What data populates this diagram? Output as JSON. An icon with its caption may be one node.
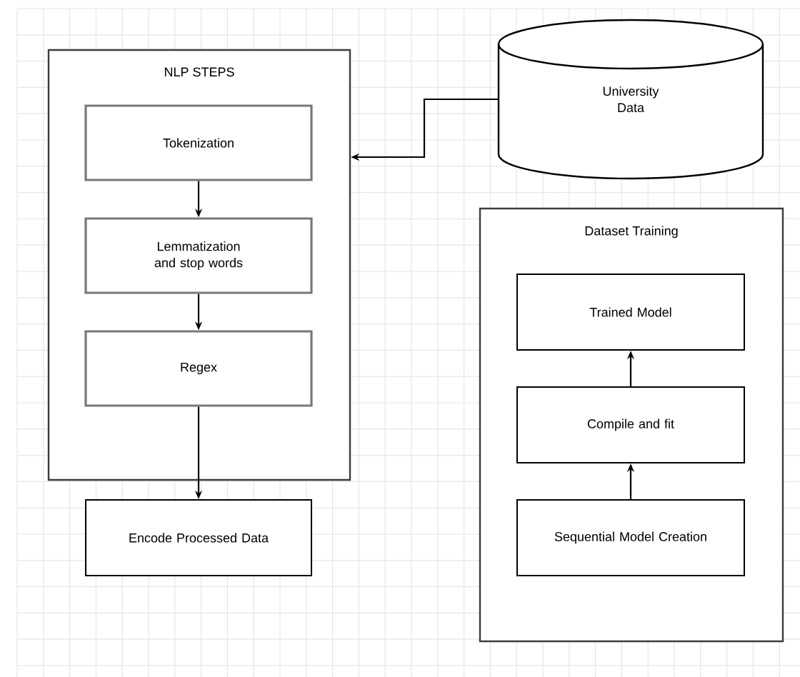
{
  "diagram": {
    "nodes": [
      {
        "text": [
          "NLP STEPS"
        ]
      },
      {
        "text": [
          "Tokenization"
        ],
        "in": 0
      },
      {
        "text": [
          "Lemmatization and stop words"
        ],
        "in": 0
      },
      {
        "text": [
          "Regex"
        ],
        "in": 0
      },
      {
        "text": [
          "Encode Processed Data"
        ]
      },
      {
        "text": [
          "University Data"
        ]
      },
      {
        "text": [
          "Dataset Training"
        ]
      },
      {
        "text": [
          "Trained Model"
        ],
        "in": 6
      },
      {
        "text": [
          "Compile and fit"
        ],
        "in": 6
      },
      {
        "text": [
          "Sequential Model Creation"
        ],
        "in": 6
      }
    ],
    "edges": [
      {
        "from": 1,
        "to": 2,
        "arrow": "to"
      },
      {
        "from": 2,
        "to": 3,
        "arrow": "to"
      },
      {
        "from": 3,
        "to": 4,
        "arrow": "to"
      },
      {
        "from": 5,
        "to": 0,
        "arrow": "to"
      },
      {
        "from": 9,
        "to": 8,
        "arrow": "to"
      },
      {
        "from": 8,
        "to": 7,
        "arrow": "to"
      }
    ]
  }
}
